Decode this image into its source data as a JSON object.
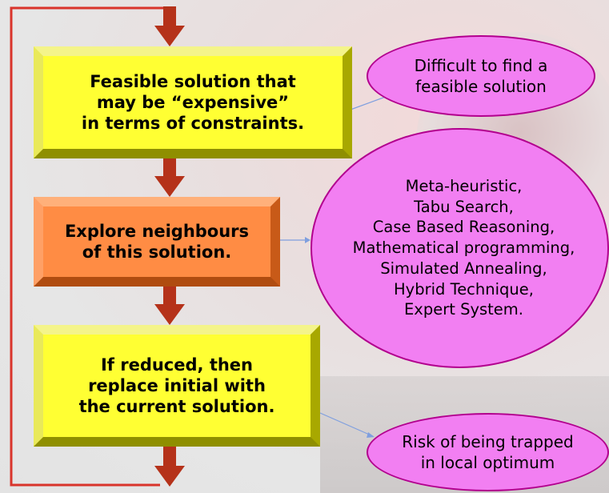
{
  "boxes": {
    "box1": {
      "line1": "Feasible solution that",
      "line2": "may be “expensive”",
      "line3": "in terms of constraints."
    },
    "box2": {
      "line1": "Explore neighbours",
      "line2": "of this solution."
    },
    "box3": {
      "line1": "If reduced, then",
      "line2": "replace initial with",
      "line3": "the current solution."
    }
  },
  "ovals": {
    "oval1": {
      "line1": "Difficult to find a",
      "line2": "feasible solution"
    },
    "oval2": {
      "lines": [
        "Meta-heuristic,",
        "Tabu Search,",
        "Case Based Reasoning,",
        "Mathematical programming,",
        "Simulated Annealing,",
        "Hybrid Technique,",
        "Expert System."
      ]
    },
    "oval3": {
      "line1": "Risk of being trapped",
      "line2": "in local optimum"
    }
  },
  "colors": {
    "box_yellow": "#ffff33",
    "box_orange": "#ff8c44",
    "oval_fill": "#f27ff2",
    "oval_border": "#b2008e",
    "arrow": "#b5321a",
    "loop_line": "#d9342b",
    "connector": "#7f9fdf"
  }
}
